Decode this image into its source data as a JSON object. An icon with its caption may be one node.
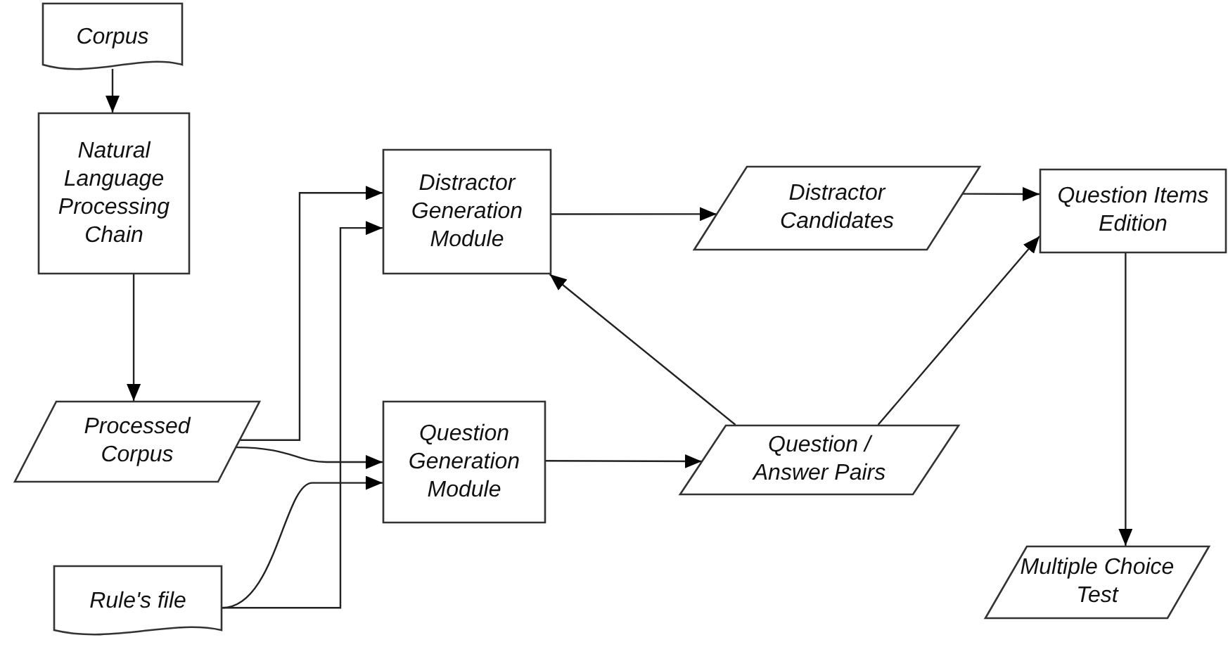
{
  "diagram": {
    "nodes": [
      {
        "text": [
          "Corpus"
        ]
      },
      {
        "text": [
          "Natural Language Processing Chain"
        ]
      },
      {
        "text": [
          "Processed Corpus"
        ]
      },
      {
        "text": [
          "Rule's file"
        ]
      },
      {
        "text": [
          "Distractor Generation Module"
        ]
      },
      {
        "text": [
          "Question Generation Module"
        ]
      },
      {
        "text": [
          "Distractor Candidates"
        ]
      },
      {
        "text": [
          "Question / Answer Pairs"
        ]
      },
      {
        "text": [
          "Question Items Edition"
        ]
      },
      {
        "text": [
          "Multiple Choice Test"
        ]
      }
    ],
    "edges": [
      {
        "from": 0,
        "to": 1,
        "arrow": "to"
      },
      {
        "from": 1,
        "to": 2,
        "arrow": "to"
      },
      {
        "from": 2,
        "to": 4,
        "arrow": "to"
      },
      {
        "from": 2,
        "to": 5,
        "arrow": "to"
      },
      {
        "from": 3,
        "to": 5,
        "arrow": "to"
      },
      {
        "from": 3,
        "to": 4,
        "arrow": "to"
      },
      {
        "from": 4,
        "to": 6,
        "arrow": "to"
      },
      {
        "from": 5,
        "to": 7,
        "arrow": "to"
      },
      {
        "from": 7,
        "to": 4,
        "arrow": "to"
      },
      {
        "from": 6,
        "to": 8,
        "arrow": "to"
      },
      {
        "from": 7,
        "to": 8,
        "arrow": "to"
      },
      {
        "from": 8,
        "to": 9,
        "arrow": "to"
      }
    ]
  }
}
